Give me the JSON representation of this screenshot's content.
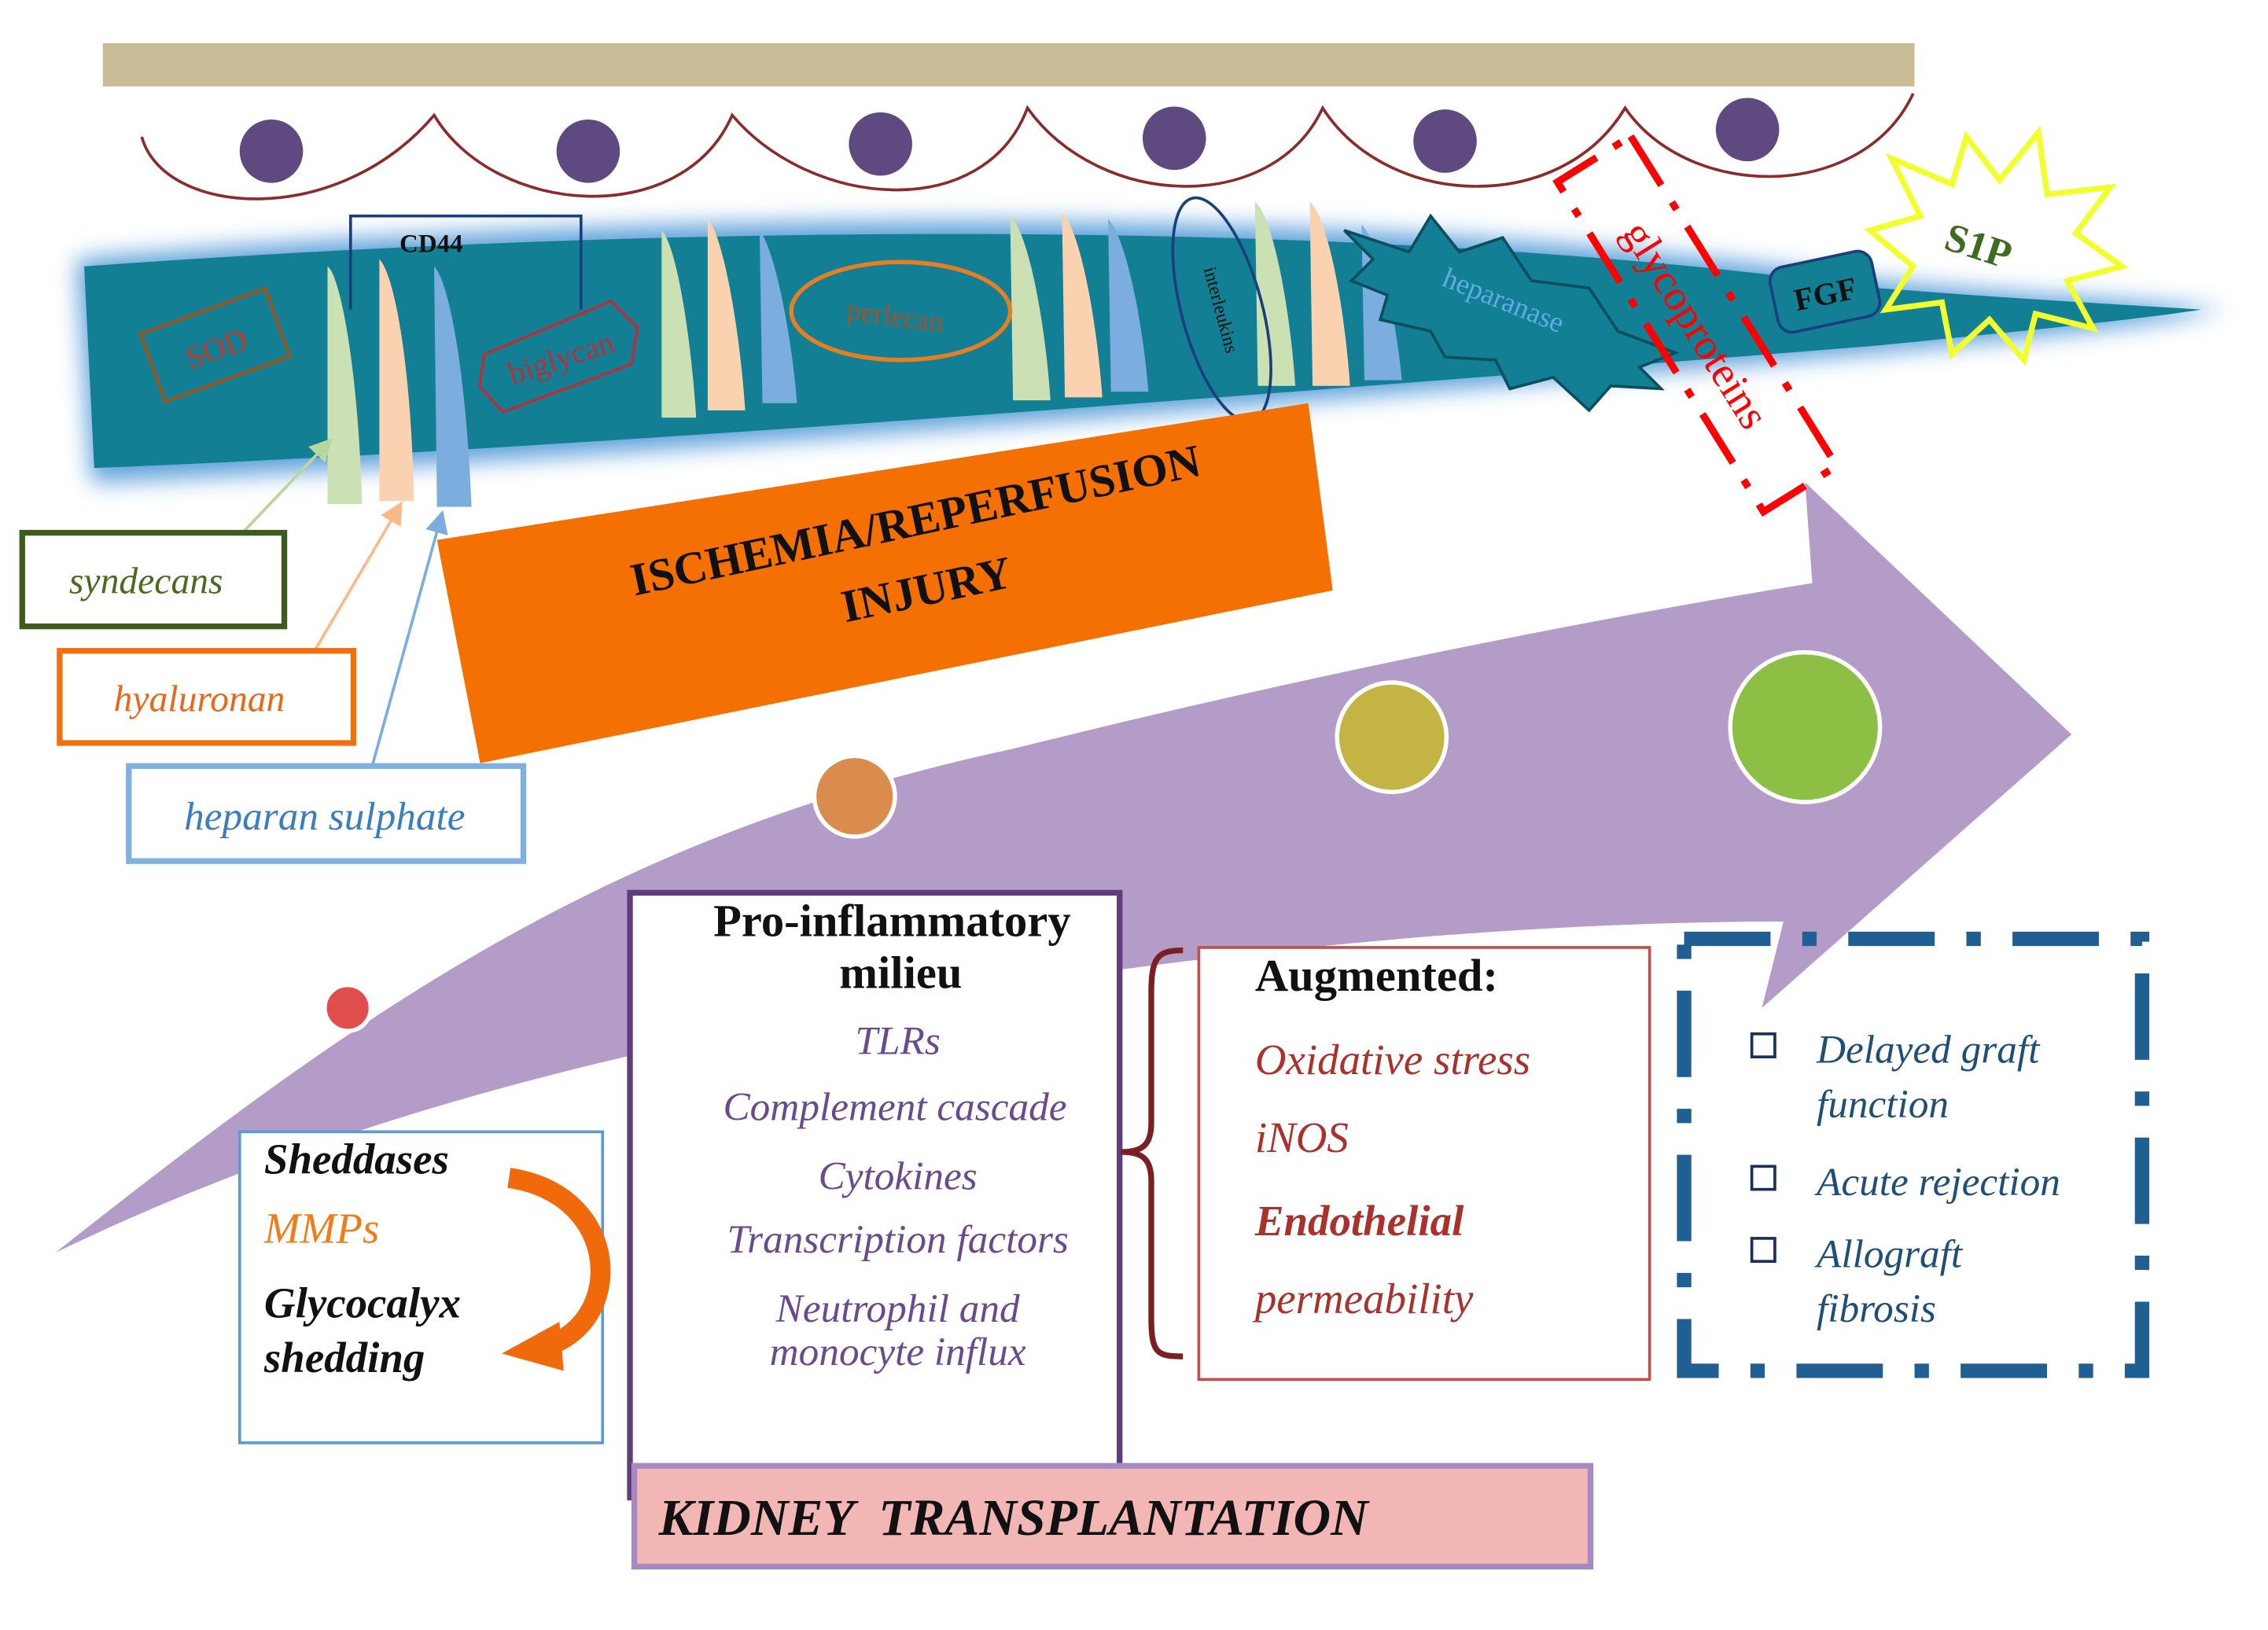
{
  "labels": {
    "sod": "SOD",
    "cd44": "CD44",
    "biglycan": "biglycan",
    "perlecan": "perlecan",
    "interleukins": "interleukins",
    "heparanase": "heparanase",
    "glycoproteins": "glycoproteins",
    "fgf": "FGF",
    "s1p": "S1P",
    "syndecans": "syndecans",
    "hyaluronan": "hyaluronan",
    "heparan_sulphate": "heparan sulphate",
    "ischemia_line1": "ISCHEMIA/REPERFUSION",
    "ischemia_line2": "INJURY",
    "kidney": "KIDNEY  TRANSPLANTATION"
  },
  "sheddases": {
    "line1": "Sheddases",
    "line2": "MMPs",
    "line3": "Glycocalyx",
    "line4": "shedding"
  },
  "pro_inflammatory": {
    "title_line1": "Pro-inflammatory",
    "title_line2": "milieu",
    "items": [
      "TLRs",
      "Complement  cascade",
      "Cytokines",
      "Transcription factors",
      "Neutrophil and",
      "monocyte influx"
    ]
  },
  "augmented": {
    "title": "Augmented:",
    "items": [
      "Oxidative stress",
      "iNOS",
      "Endothelial",
      "permeability"
    ]
  },
  "outcomes": {
    "items": [
      "Delayed graft",
      "function",
      "Acute rejection",
      "Allograft",
      "fibrosis"
    ]
  },
  "colors": {
    "top_bar": "#c8bc96",
    "nucleus": "#5e4a80",
    "glycocalyx_band": "#137f95",
    "band_glow": "#4e97d6",
    "arrow": "#b49cc8",
    "ischemia_box": "#f57002",
    "kidney_box": "#f2b6b4",
    "syndecan": "#cbe0b3",
    "hyaluronan": "#fbd2b0",
    "heparan": "#7baedf",
    "glycoprotein_red": "#ff0000",
    "s1p_yellow": "#f2ff2e",
    "dot_red": "#e04e4e",
    "dot_orange": "#d98c4e",
    "dot_olive": "#c4b444",
    "dot_green": "#8dbf44"
  }
}
